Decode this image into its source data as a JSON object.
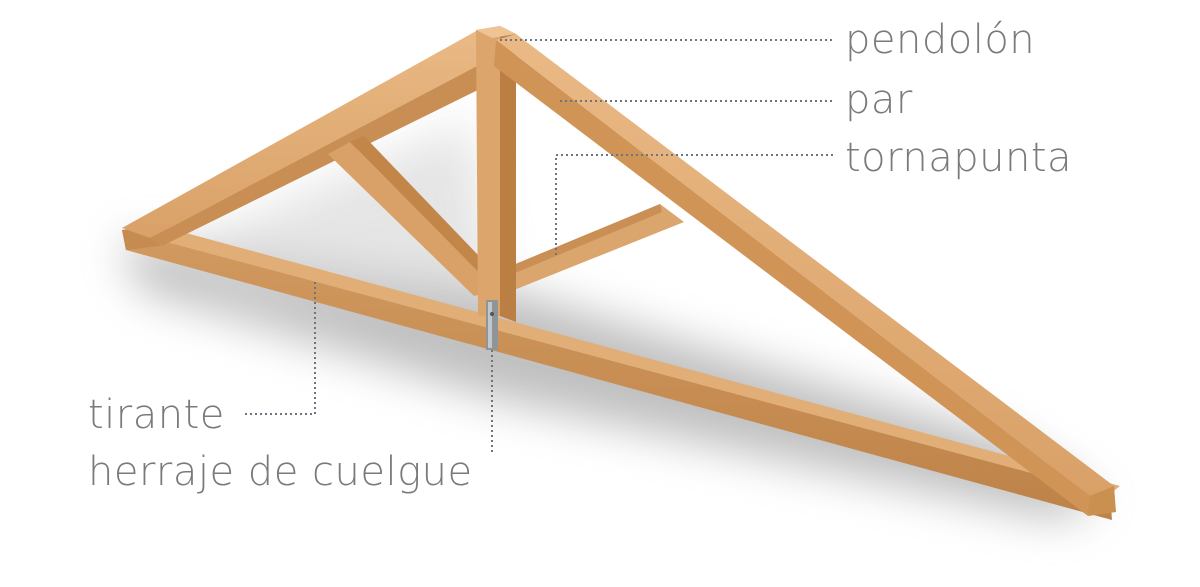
{
  "diagram": {
    "subject": "truss",
    "colors": {
      "wood_light": "#e4b27a",
      "wood_mid": "#d39a5e",
      "wood_dark": "#b5773f",
      "leader": "#6a7580",
      "label_text": "#7a7a7a",
      "shadow": "#9a9a9a"
    },
    "labels": {
      "pendolon": "pendolón",
      "par": "par",
      "tornapunta": "tornapunta",
      "tirante": "tirante",
      "herraje": "herraje de cuelgue"
    }
  }
}
